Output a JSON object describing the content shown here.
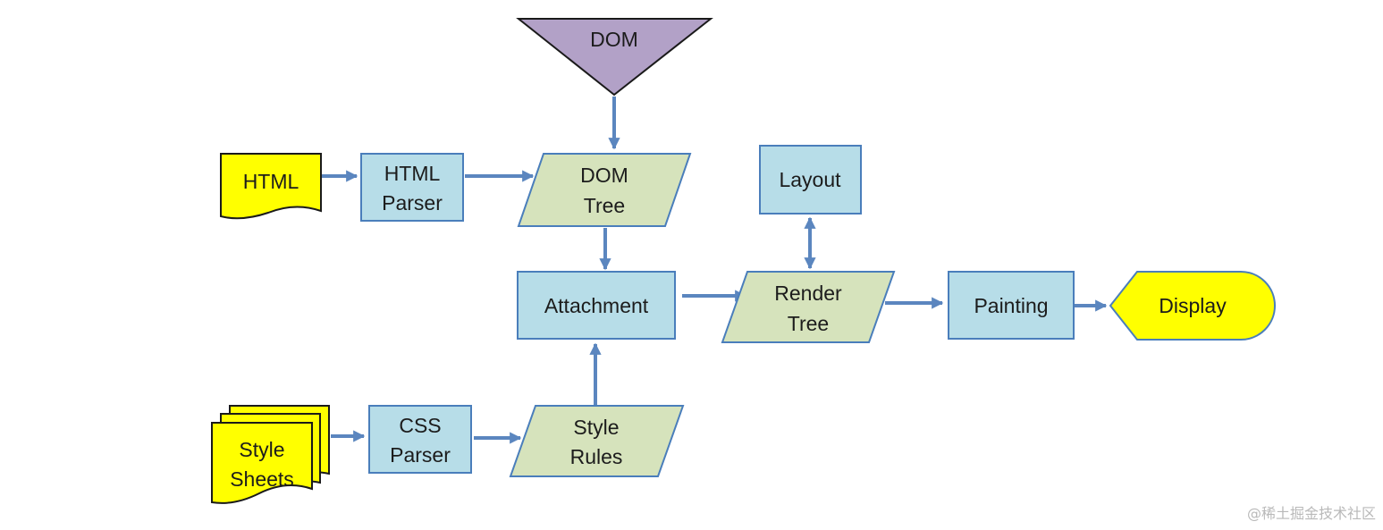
{
  "nodes": {
    "dom": {
      "label": "DOM"
    },
    "html": {
      "label": "HTML"
    },
    "html_parser": {
      "line1": "HTML",
      "line2": "Parser"
    },
    "dom_tree": {
      "line1": "DOM",
      "line2": "Tree"
    },
    "layout": {
      "label": "Layout"
    },
    "attachment": {
      "label": "Attachment"
    },
    "render_tree": {
      "line1": "Render",
      "line2": "Tree"
    },
    "painting": {
      "label": "Painting"
    },
    "display": {
      "label": "Display"
    },
    "style_sheets": {
      "line1": "Style",
      "line2": "Sheets"
    },
    "css_parser": {
      "line1": "CSS",
      "line2": "Parser"
    },
    "style_rules": {
      "line1": "Style",
      "line2": "Rules"
    }
  },
  "edges": [
    {
      "from": "DOM",
      "to": "DOM Tree"
    },
    {
      "from": "HTML",
      "to": "HTML Parser"
    },
    {
      "from": "HTML Parser",
      "to": "DOM Tree"
    },
    {
      "from": "DOM Tree",
      "to": "Attachment"
    },
    {
      "from": "Attachment",
      "to": "Render Tree"
    },
    {
      "from": "Render Tree",
      "to": "Layout",
      "bidirectional": true
    },
    {
      "from": "Render Tree",
      "to": "Painting"
    },
    {
      "from": "Painting",
      "to": "Display"
    },
    {
      "from": "Style Sheets",
      "to": "CSS Parser"
    },
    {
      "from": "CSS Parser",
      "to": "Style Rules"
    },
    {
      "from": "Style Rules",
      "to": "Attachment"
    }
  ],
  "colors": {
    "process": "#b7dde8",
    "data": "#d6e3bc",
    "document": "#ffff00",
    "dom": "#b2a1c7",
    "stroke": "#4a7ebb",
    "arrow": "#5b86bf"
  },
  "watermark": "@稀土掘金技术社区"
}
